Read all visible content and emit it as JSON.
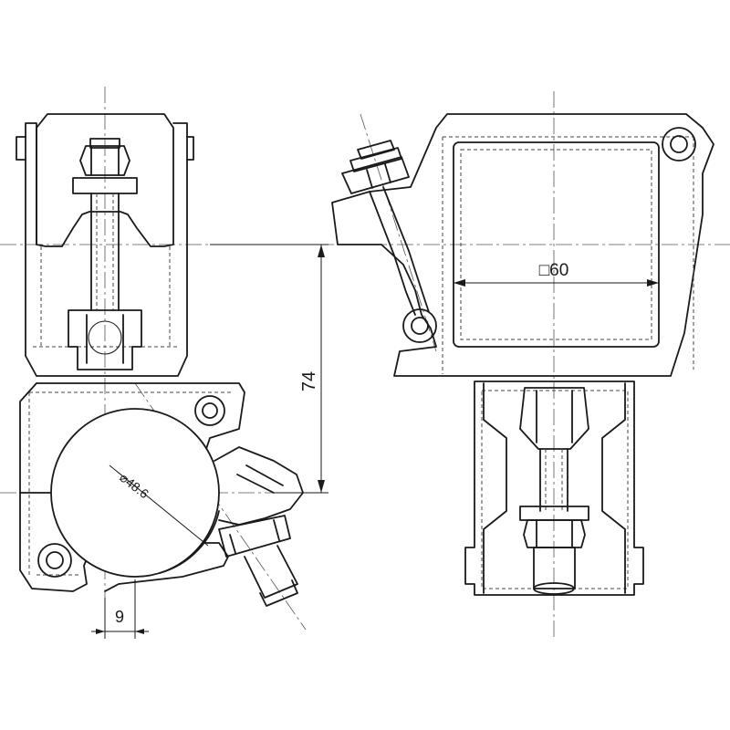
{
  "drawing": {
    "dimensions": {
      "height_74": "74",
      "width_9": "9",
      "square_60": "□60",
      "diameter_48_6": "⌀48.6"
    }
  }
}
